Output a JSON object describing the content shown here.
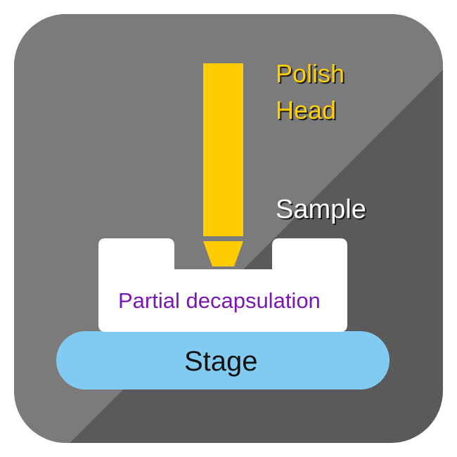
{
  "labels": {
    "polish_head_line1": "Polish",
    "polish_head_line2": "Head",
    "sample": "Sample",
    "partial_decapsulation": "Partial decapsulation",
    "stage": "Stage"
  },
  "colors": {
    "tile_dark": "#5b5a5a",
    "tile_light": "#7c7b7b",
    "polish_head": "#ffcc00",
    "sample": "#ffffff",
    "stage": "#82ccf3",
    "decap_text": "#7a17b2"
  }
}
